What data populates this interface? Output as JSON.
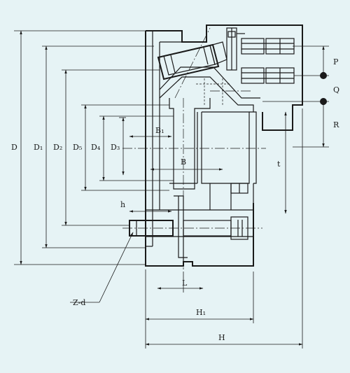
{
  "diagram": {
    "labels": {
      "D": "D",
      "D1": "D₁",
      "D2": "D₂",
      "D5": "D₅",
      "D4": "D₄",
      "D3": "D₃",
      "B1": "B₁",
      "B": "B",
      "h": "h",
      "Zd": "Z-d",
      "L": "L",
      "H1": "H₁",
      "H": "H",
      "P": "P",
      "Q": "Q",
      "R": "R",
      "t": "t"
    },
    "colors": {
      "background": "#e6f3f5",
      "ink": "#1a1a1a"
    }
  }
}
